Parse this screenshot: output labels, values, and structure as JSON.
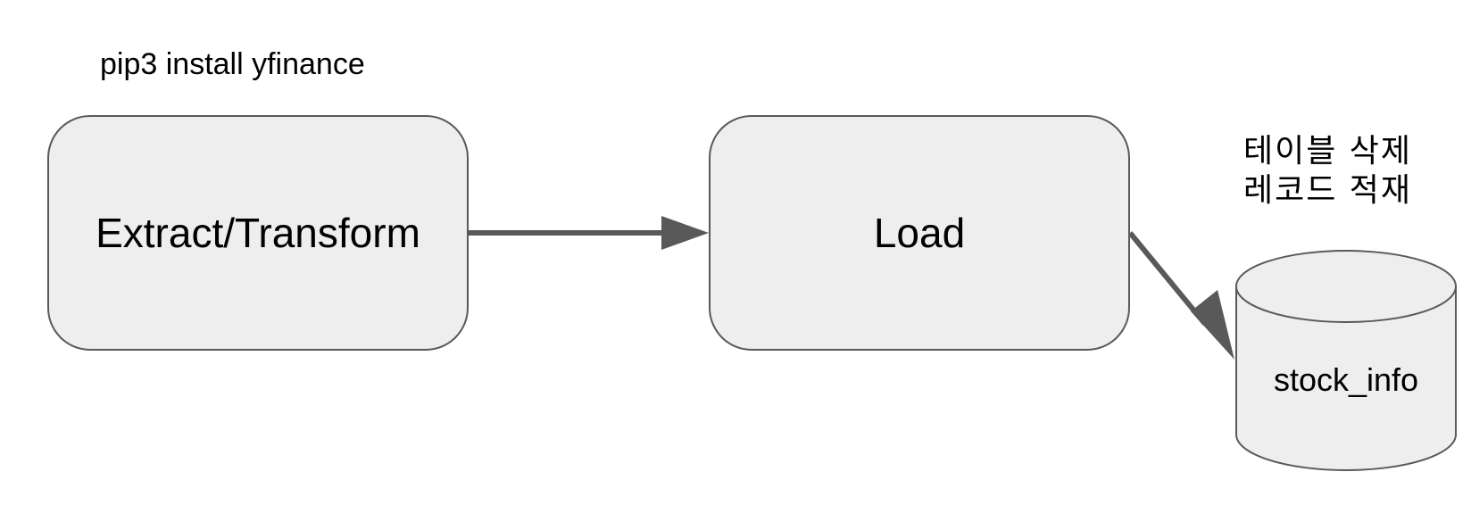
{
  "nodes": {
    "extract": "Extract/Transform",
    "load": "Load",
    "database": "stock_info"
  },
  "notes": {
    "install_command": "pip3 install yfinance",
    "load_steps": [
      "테이블 삭제",
      "레코드 적재"
    ]
  },
  "colors": {
    "node_fill": "#eeeeee",
    "node_border": "#595959",
    "arrow": "#595959"
  }
}
